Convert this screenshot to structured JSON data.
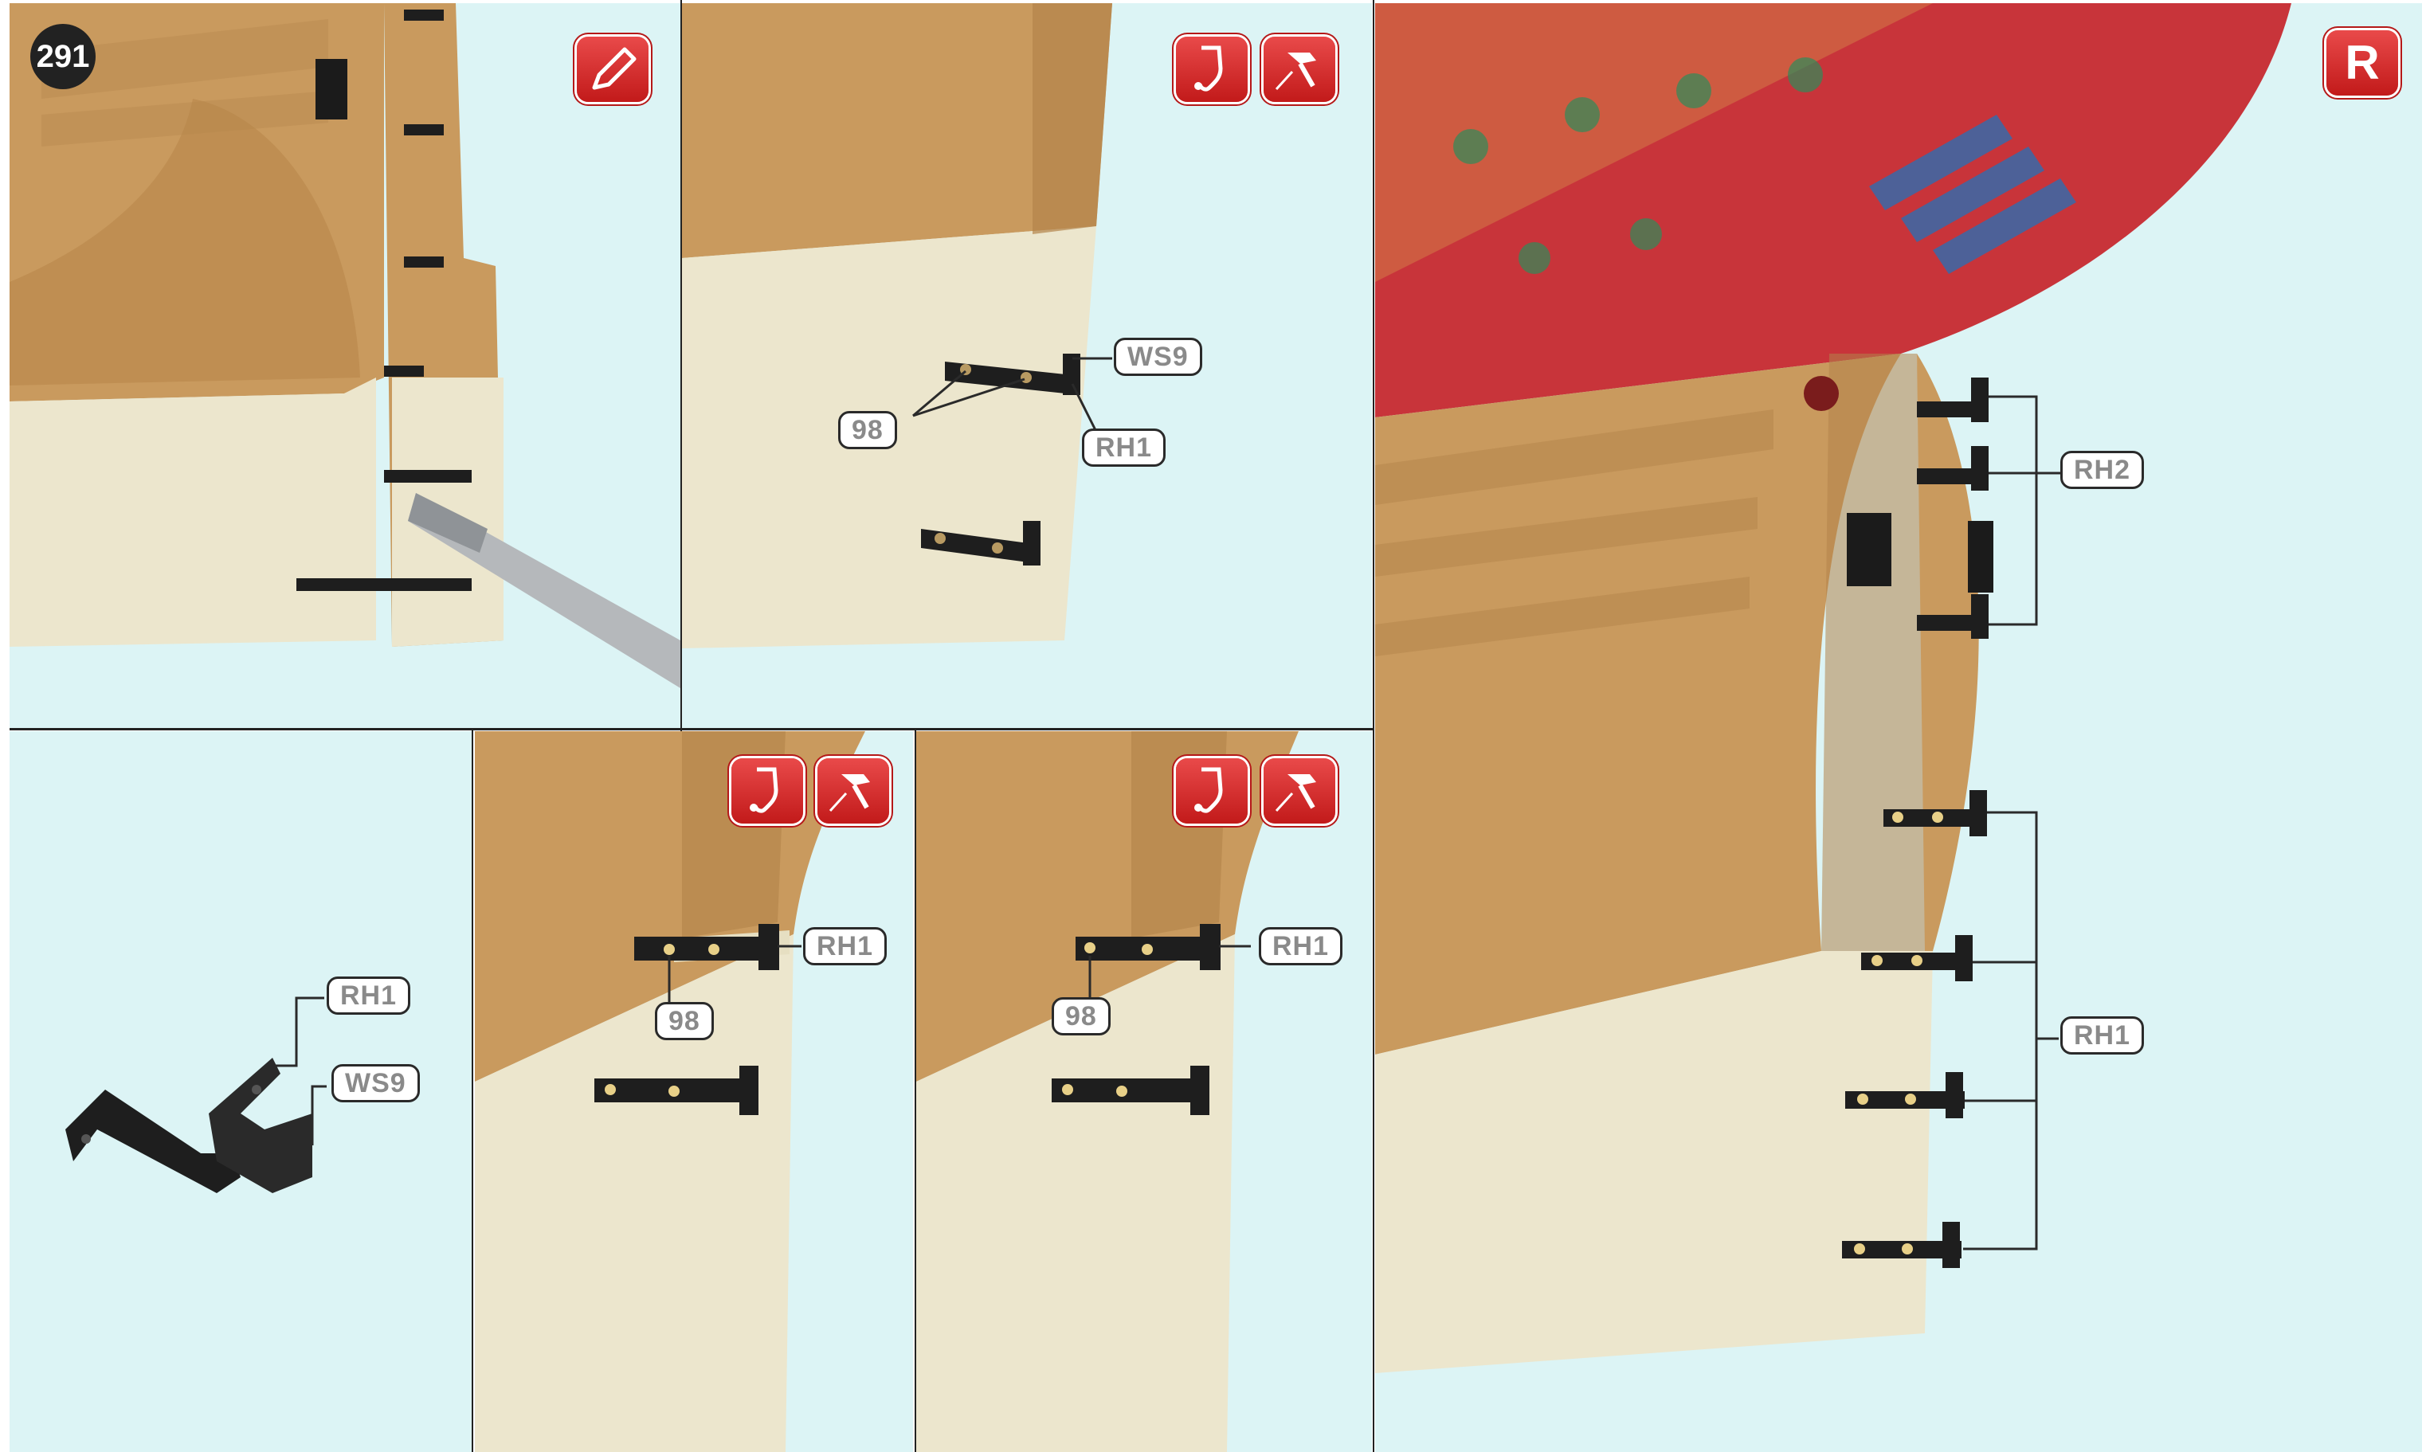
{
  "page": {
    "step_number": "291",
    "side_badge": "R"
  },
  "part_labels": {
    "ws9": "WS9",
    "rh1": "RH1",
    "rh2": "RH2",
    "nail_98": "98"
  },
  "icons": [
    "pencil-icon",
    "glue-icon",
    "hammer-icon"
  ],
  "colors": {
    "background": "#dcf4f5",
    "hull_wood": "#c79a5e",
    "hull_white": "#ede7cf",
    "fitting_black": "#1e1e1e",
    "icon_red": "#d42a2a"
  }
}
